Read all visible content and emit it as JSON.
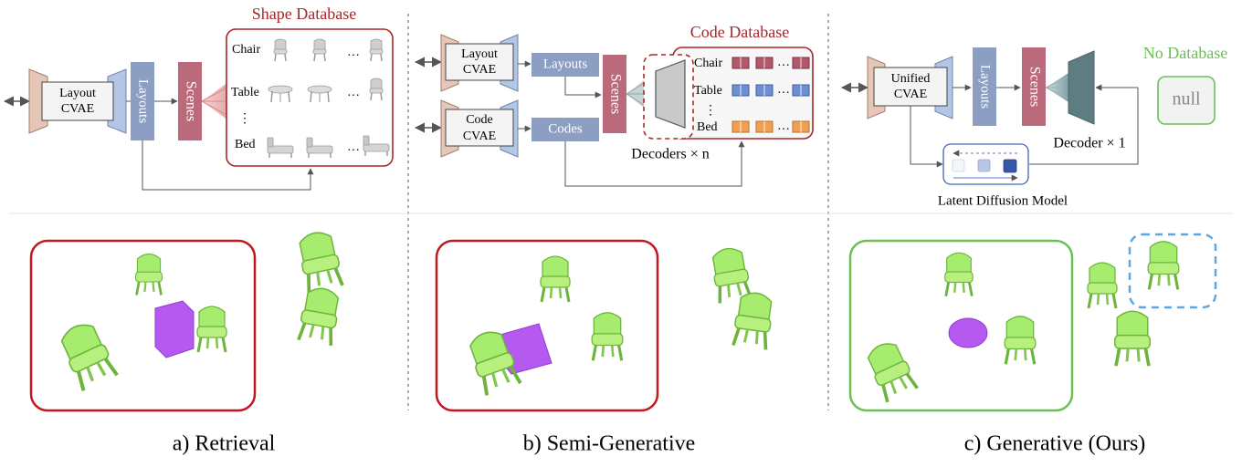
{
  "panel_a": {
    "shape_db_title": "Shape Database",
    "cvae_line1": "Layout",
    "cvae_line2": "CVAE",
    "layouts": "Layouts",
    "scenes": "Scenes",
    "row_chair": "Chair",
    "row_table": "Table",
    "row_vdots": "⋮",
    "row_bed": "Bed",
    "ellipsis": "…",
    "caption": "a) Retrieval"
  },
  "panel_b": {
    "code_db_title": "Code Database",
    "cvae1_line1": "Layout",
    "cvae1_line2": "CVAE",
    "cvae2_line1": "Code",
    "cvae2_line2": "CVAE",
    "layouts": "Layouts",
    "codes": "Codes",
    "scenes": "Scenes",
    "row_chair": "Chair",
    "row_table": "Table",
    "row_vdots": "⋮",
    "row_bed": "Bed",
    "ellipsis": "…",
    "decoders": "Decoders × n",
    "caption": "b) Semi-Generative"
  },
  "panel_c": {
    "no_db_title": "No Database",
    "cvae_line1": "Unified",
    "cvae_line2": "CVAE",
    "layouts": "Layouts",
    "scenes": "Scenes",
    "null_label": "null",
    "decoder": "Decoder × 1",
    "ldm": "Latent Diffusion Model",
    "caption": "c) Generative (Ours)"
  },
  "colors": {
    "dark_red": "#a8262b",
    "green": "#6cbf56",
    "layouts_blue": "#8c9fc2",
    "scenes_pink": "#bb6a7c",
    "encoder_tan": "#e6c6b6",
    "decoder_blue": "#b2c6e6",
    "chair_green": "#a6ec6e",
    "table_purple": "#b659f0",
    "dash_blue": "#5aa7e3",
    "decoder_teal": "#5e7d83"
  }
}
